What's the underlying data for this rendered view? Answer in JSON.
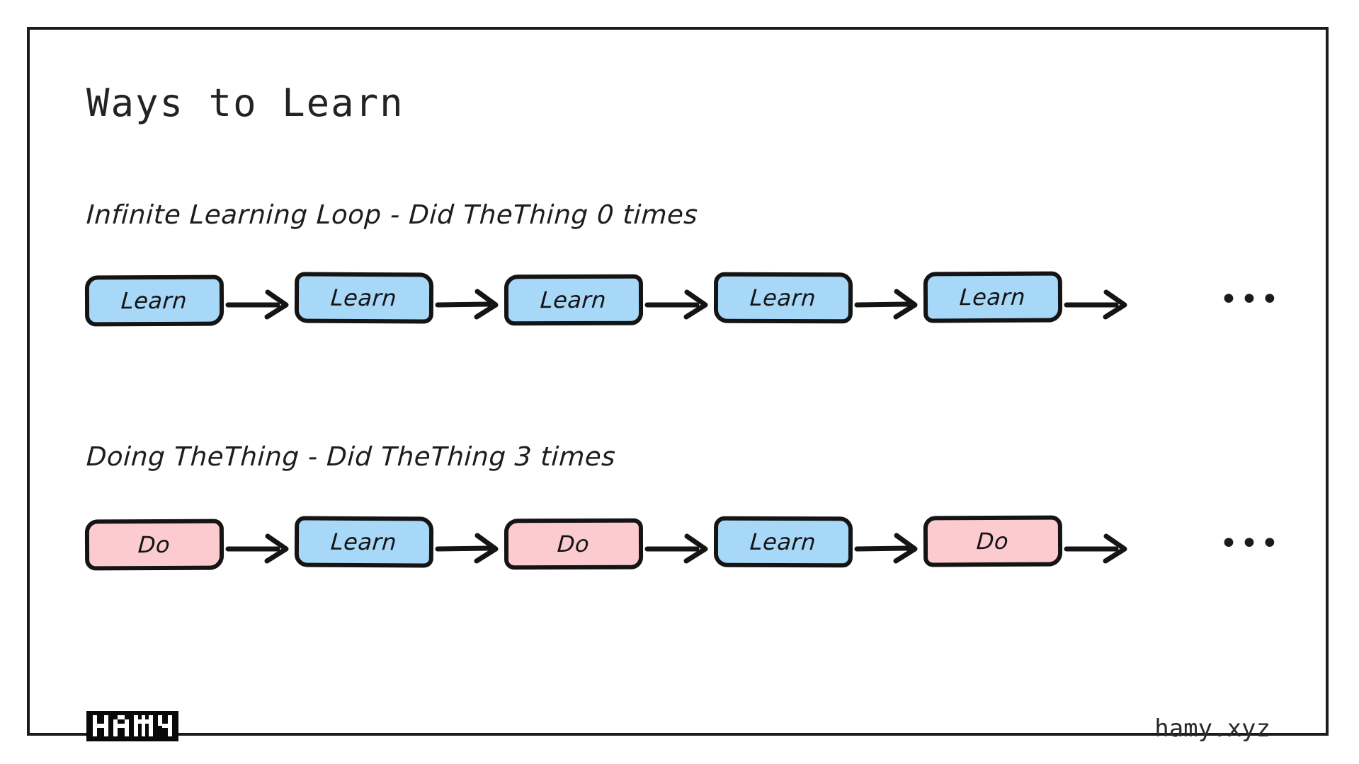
{
  "page": {
    "title": "Ways to Learn",
    "background_color": "#ffffff",
    "frame_color": "#1b1b1b"
  },
  "colors": {
    "learn_fill": "#a8d8f8",
    "do_fill": "#fbcbd0",
    "stroke": "#141414",
    "text": "#1d1d1d"
  },
  "rows": [
    {
      "label": "Infinite Learning Loop - Did TheThing 0 times",
      "trailing": "•••",
      "nodes": [
        {
          "label": "Learn",
          "kind": "learn"
        },
        {
          "label": "Learn",
          "kind": "learn"
        },
        {
          "label": "Learn",
          "kind": "learn"
        },
        {
          "label": "Learn",
          "kind": "learn"
        },
        {
          "label": "Learn",
          "kind": "learn"
        }
      ]
    },
    {
      "label": "Doing TheThing - Did TheThing 3 times",
      "trailing": "•••",
      "nodes": [
        {
          "label": "Do",
          "kind": "do"
        },
        {
          "label": "Learn",
          "kind": "learn"
        },
        {
          "label": "Do",
          "kind": "do"
        },
        {
          "label": "Learn",
          "kind": "learn"
        },
        {
          "label": "Do",
          "kind": "do"
        }
      ]
    }
  ],
  "footer": {
    "logo_text": "HAMY",
    "site": "hamy.xyz"
  }
}
